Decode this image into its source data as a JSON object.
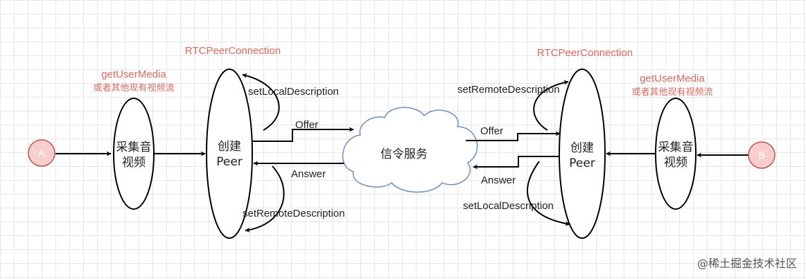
{
  "left": {
    "actor": "A",
    "capture": [
      "采集音",
      "视频"
    ],
    "peer": [
      "创建",
      "Peer"
    ],
    "rtc_label": "RTCPeerConnection",
    "media_label": "getUserMedia",
    "media_sublabel": "或者其他现有视频流",
    "set_local": "setLocalDescription",
    "set_remote": "setRemoteDescription",
    "offer": "Offer",
    "answer": "Answer"
  },
  "server": {
    "label": "信令服务"
  },
  "right": {
    "actor": "B",
    "capture": [
      "采集音",
      "视频"
    ],
    "peer": [
      "创建",
      "Peer"
    ],
    "rtc_label": "RTCPeerConnection",
    "media_label": "getUserMedia",
    "media_sublabel": "或者其他现有视频流",
    "set_local": "setLocalDescription",
    "set_remote": "setRemoteDescription",
    "offer": "Offer",
    "answer": "Answer"
  },
  "watermark": "@稀土掘金技术社区",
  "colors": {
    "actor_fill": "#f8cecc",
    "actor_stroke": "#b85450",
    "cloud_stroke": "#6c8ebf",
    "label_red": "#d9695f"
  }
}
